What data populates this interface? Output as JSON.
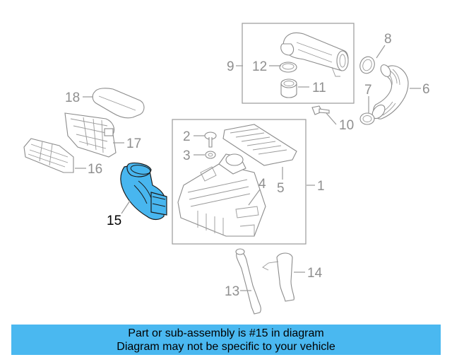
{
  "callouts": {
    "c1": "1",
    "c2": "2",
    "c3": "3",
    "c4": "4",
    "c5": "5",
    "c6": "6",
    "c7": "7",
    "c8": "8",
    "c9": "9",
    "c10": "10",
    "c11": "11",
    "c12": "12",
    "c13": "13",
    "c14": "14",
    "c15": "15",
    "c16": "16",
    "c17": "17",
    "c18": "18"
  },
  "highlight": {
    "part": "15",
    "fill_color": "#48b6ef"
  },
  "banner": {
    "line1": "Part or sub-assembly is #15 in diagram",
    "line2": "Diagram may not be specific to your vehicle",
    "background_color": "#4ab8f0"
  }
}
